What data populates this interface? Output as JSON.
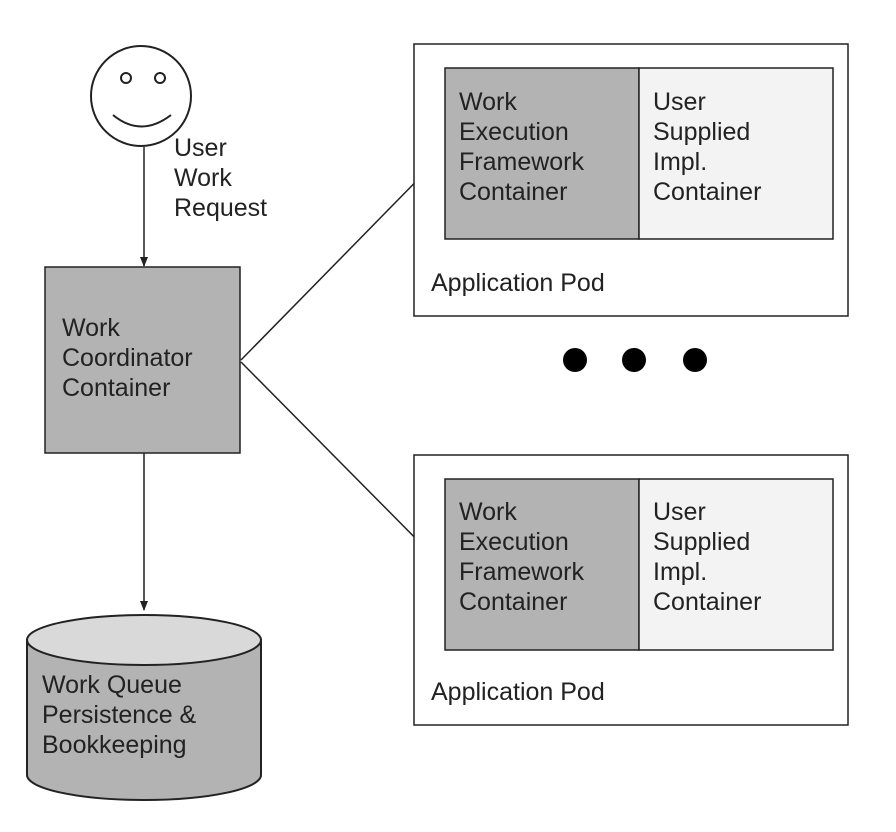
{
  "user": {
    "label": "User\nWork\nRequest"
  },
  "coordinator": {
    "label": "Work\nCoordinator\nContainer"
  },
  "queue": {
    "label": "Work Queue\nPersistence &\nBookkeeping"
  },
  "pods": [
    {
      "framework_label": "Work\nExecution\nFramework\nContainer",
      "impl_label": "User\nSupplied\nImpl.\nContainer",
      "pod_label": "Application Pod"
    },
    {
      "framework_label": "Work\nExecution\nFramework\nContainer",
      "impl_label": "User\nSupplied\nImpl.\nContainer",
      "pod_label": "Application Pod"
    }
  ],
  "colors": {
    "dark_fill": "#b3b3b3",
    "light_fill": "#f3f3f3",
    "stroke": "#222222",
    "cylinder_top": "#d9d9d9"
  }
}
